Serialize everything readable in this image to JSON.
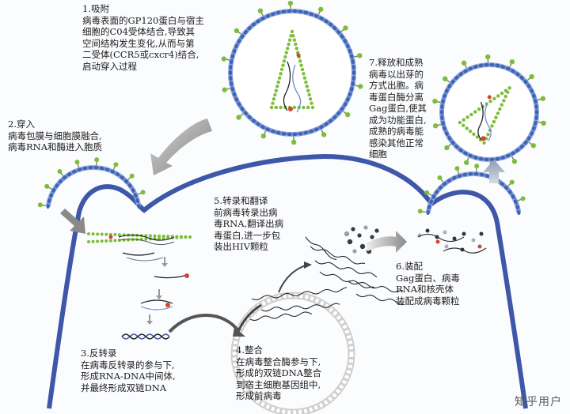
{
  "colors": {
    "membrane_blue": "#3f63b6",
    "membrane_light": "#8fa8db",
    "capsid_green": "#7cbd3a",
    "rna": "#222222",
    "enzyme": "#d0452f",
    "arrow_gray": "#8b8b8b",
    "cell_line": "#3e57a8"
  },
  "steps": {
    "attach": {
      "title": "1.吸附",
      "desc": "病毒表面的GP120蛋白与宿主\n细胞的C04受体结合,导致其\n空间结构发生变化,从而与第\n二受体(CCR5或cxcr4)结合,\n启动穿入过程"
    },
    "enter": {
      "title": "2.穿入",
      "desc": "病毒包膜与细胞膜融合,\n病毒RNA和酶进入胞质"
    },
    "reverse": {
      "title": "3.反转录",
      "desc": "在病毒反转录的参与下,\n形成RNA-DNA中间体,\n并最终形成双链DNA"
    },
    "integrate": {
      "title": "4.整合",
      "desc": "在病毒整合酶参与下,\n形成的双链DNA整合\n到宿主细胞基因组中,\n形成前病毒"
    },
    "transcribe": {
      "title": "5.转录和翻译",
      "desc": "前病毒转录出病\n毒RNA,翻译出病\n毒蛋白,进一步包\n装出HIV颗粒"
    },
    "assemble": {
      "title": "6.装配",
      "desc": "Gag蛋白、病毒\nRNA和核壳体\n装配成病毒颗粒"
    },
    "release": {
      "title": "7.释放和成熟",
      "desc": "病毒以出芽的\n方式出胞。病\n毒蛋白酶分离\nGag蛋白,使其\n成为功能蛋白,\n成熟的病毒能\n感染其他正常\n细胞"
    }
  },
  "watermark": "知乎用户"
}
